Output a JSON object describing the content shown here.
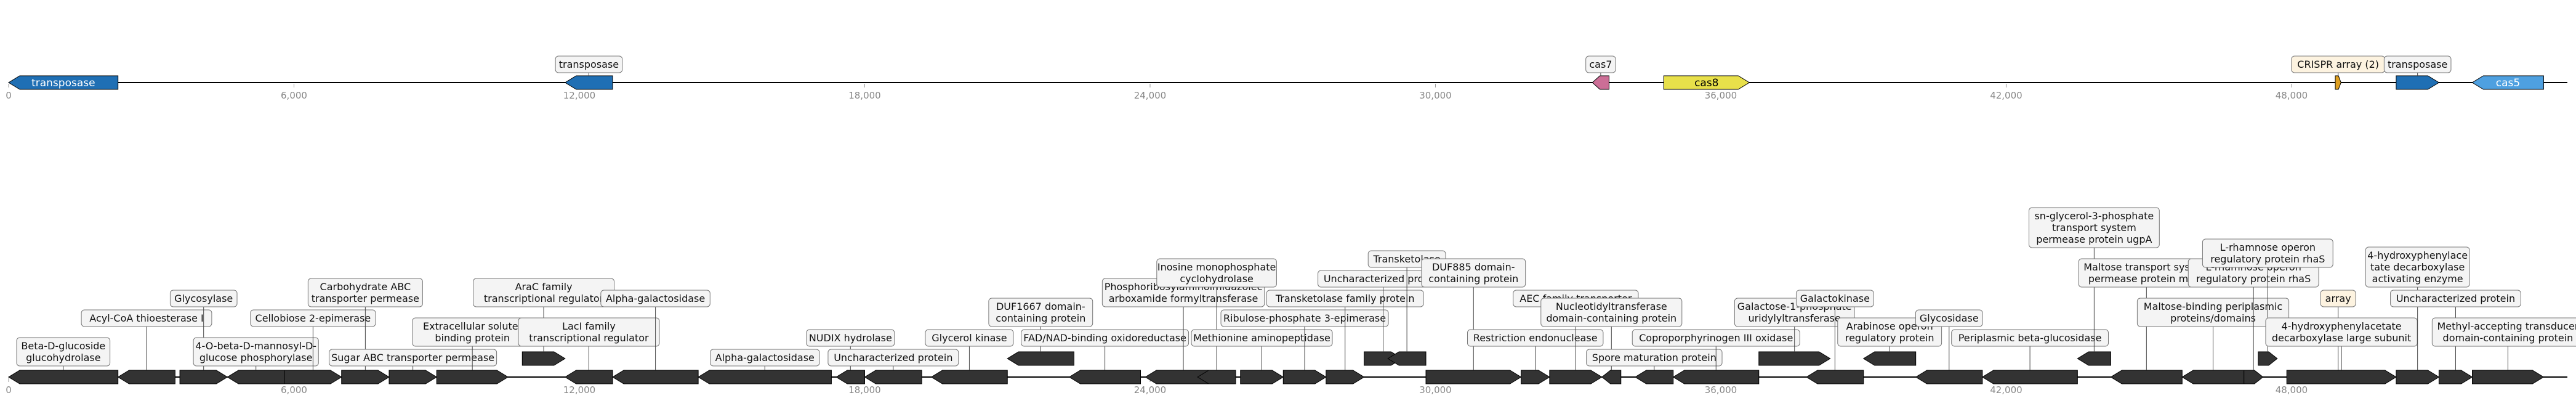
{
  "tracks": [
    {
      "name": "top",
      "ticks": [
        "0",
        "6,000",
        "12,000",
        "18,000",
        "24,000",
        "30,000",
        "36,000",
        "42,000",
        "48,000"
      ],
      "features": [
        {
          "label": "transposase",
          "start": 0,
          "end": 2300,
          "strand": -1,
          "color": "#1f6fb4",
          "inner_label": true
        },
        {
          "label": "transposase",
          "start": 11700,
          "end": 12700,
          "strand": -1,
          "color": "#1f6fb4",
          "inner_label": false
        },
        {
          "label": "cas7",
          "start": 33300,
          "end": 33650,
          "strand": -1,
          "color": "#cc6e96",
          "inner_label": false
        },
        {
          "label": "cas8",
          "start": 34800,
          "end": 36600,
          "strand": 1,
          "color": "#e8e04a",
          "inner_label": true
        },
        {
          "label": "CRISPR array (2)",
          "start": 48920,
          "end": 49040,
          "strand": 1,
          "color": "#e0a020",
          "inner_label": false,
          "label_style": "crispr"
        },
        {
          "label": "transposase",
          "start": 50200,
          "end": 51100,
          "strand": 1,
          "color": "#1f6fb4",
          "inner_label": false
        },
        {
          "label": "cas5",
          "start": 51800,
          "end": 53300,
          "strand": -1,
          "color": "#4ea0e0",
          "inner_label": true
        }
      ]
    },
    {
      "name": "bottom",
      "ticks": [
        "0",
        "6,000",
        "12,000",
        "18,000",
        "24,000",
        "30,000",
        "36,000",
        "42,000",
        "48,000"
      ],
      "features": [
        {
          "label": "Beta-D-glucoside\nglucohydrolase",
          "start": 0,
          "end": 2300,
          "strand": -1,
          "level": 0
        },
        {
          "label": "Acyl-CoA thioesterase I",
          "start": 2300,
          "end": 3500,
          "strand": -1,
          "level": 2
        },
        {
          "label": "Glycosylase",
          "start": 3600,
          "end": 4600,
          "strand": 1,
          "level": 3
        },
        {
          "label": "4-O-beta-D-mannosyl-D-\nglucose phosphorylase",
          "start": 4600,
          "end": 5800,
          "strand": -1,
          "level": 0
        },
        {
          "label": "Cellobiose 2-epimerase",
          "start": 5800,
          "end": 7000,
          "strand": 1,
          "level": 2
        },
        {
          "label": "Carbohydrate ABC\ntransporter permease",
          "start": 7000,
          "end": 8000,
          "strand": 1,
          "level": 3
        },
        {
          "label": "Sugar ABC transporter permease",
          "start": 8000,
          "end": 9000,
          "strand": 1,
          "level": 0
        },
        {
          "label": "Extracellular solute-\nbinding protein",
          "start": 9000,
          "end": 10500,
          "strand": 1,
          "level": 1
        },
        {
          "label": "AraC family\ntranscriptional regulator",
          "start": 10800,
          "end": 11700,
          "strand": 1,
          "level": 3,
          "upper": true
        },
        {
          "label": "LacI family\ntranscriptional regulator",
          "start": 11700,
          "end": 12700,
          "strand": -1,
          "level": 1
        },
        {
          "label": "Alpha-galactosidase",
          "start": 12700,
          "end": 14500,
          "strand": -1,
          "level": 3
        },
        {
          "label": "Alpha-galactosidase",
          "start": 14500,
          "end": 17300,
          "strand": -1,
          "level": 0
        },
        {
          "label": "NUDIX hydrolase",
          "start": 17400,
          "end": 18000,
          "strand": -1,
          "level": 1
        },
        {
          "label": "Uncharacterized protein",
          "start": 18000,
          "end": 19200,
          "strand": -1,
          "level": 0
        },
        {
          "label": "Glycerol kinase",
          "start": 19400,
          "end": 21000,
          "strand": -1,
          "level": 1
        },
        {
          "label": "DUF1667 domain-\ncontaining protein",
          "start": 21000,
          "end": 22400,
          "strand": -1,
          "level": 2,
          "upper": true
        },
        {
          "label": "FAD/NAD-binding oxidoreductase",
          "start": 22300,
          "end": 23800,
          "strand": -1,
          "level": 1
        },
        {
          "label": "Phosphoribosylaminoimidazolec\narboxamide formyltransferase",
          "start": 23900,
          "end": 25500,
          "strand": -1,
          "level": 3
        },
        {
          "label": "Inosine monophosphate\ncyclohydrolase",
          "start": 25000,
          "end": 25800,
          "strand": -1,
          "level": 4
        },
        {
          "label": "Methionine aminopeptidase",
          "start": 25900,
          "end": 26800,
          "strand": 1,
          "level": 1
        },
        {
          "label": "Ribulose-phosphate 3-epimerase",
          "start": 26800,
          "end": 27700,
          "strand": 1,
          "level": 2
        },
        {
          "label": "Transketolase family protein",
          "start": 27700,
          "end": 28500,
          "strand": 1,
          "level": 3
        },
        {
          "label": "Uncharacterized protein",
          "start": 28500,
          "end": 29300,
          "strand": 1,
          "level": 4,
          "upper": true
        },
        {
          "label": "Transketolase",
          "start": 29000,
          "end": 29800,
          "strand": -1,
          "level": 5,
          "upper": true
        },
        {
          "label": "DUF885 domain-\ncontaining protein",
          "start": 29800,
          "end": 31800,
          "strand": 1,
          "level": 4
        },
        {
          "label": "Restriction endonuclease",
          "start": 31800,
          "end": 32400,
          "strand": 1,
          "level": 1
        },
        {
          "label": "AEC family transporter",
          "start": 32400,
          "end": 33500,
          "strand": 1,
          "level": 3
        },
        {
          "label": "Nucleotidyltransferase\ndomain-containing protein",
          "start": 33500,
          "end": 33900,
          "strand": -1,
          "level": 2
        },
        {
          "label": "Spore maturation protein",
          "start": 34200,
          "end": 35000,
          "strand": -1,
          "level": 0
        },
        {
          "label": "Coproporphyrinogen III oxidase",
          "start": 35000,
          "end": 36800,
          "strand": -1,
          "level": 1
        },
        {
          "label": "Galactose-1-phosphate\nuridylyltransferase",
          "start": 36800,
          "end": 38300,
          "strand": 1,
          "level": 2,
          "upper": true
        },
        {
          "label": "Galactokinase",
          "start": 37800,
          "end": 39000,
          "strand": -1,
          "level": 3
        },
        {
          "label": "Arabinose operon\nregulatory protein",
          "start": 39000,
          "end": 40100,
          "strand": -1,
          "level": 1,
          "upper": true
        },
        {
          "label": "Glycosidase",
          "start": 40100,
          "end": 41500,
          "strand": -1,
          "level": 2
        },
        {
          "label": "Periplasmic beta-glucosidase",
          "start": 41500,
          "end": 43500,
          "strand": -1,
          "level": 1
        },
        {
          "label": "sn-glycerol-3-phosphate\ntransport system\npermease protein ugpA",
          "start": 43500,
          "end": 44200,
          "strand": -1,
          "level": 6,
          "upper": true
        },
        {
          "label": "Maltose transport system\npermease protein malG",
          "start": 44200,
          "end": 45700,
          "strand": -1,
          "level": 4
        },
        {
          "label": "Maltose-binding periplasmic\nproteins/domains",
          "start": 45700,
          "end": 47000,
          "strand": -1,
          "level": 2
        },
        {
          "label": "L-rhamnose operon\nregulatory protein rhaS",
          "start": 47000,
          "end": 47400,
          "strand": 1,
          "level": 4
        },
        {
          "label": "L-rhamnose operon\nregulatory protein rhaS",
          "start": 47300,
          "end": 47700,
          "strand": 1,
          "level": 5,
          "upper": true
        },
        {
          "label": "array",
          "start": 48920,
          "end": 49040,
          "strand": 1,
          "level": 3,
          "label_style": "crispr"
        },
        {
          "label": "4-hydroxyphenylacetate\ndecarboxylase large subunit",
          "start": 47900,
          "end": 50200,
          "strand": 1,
          "level": 1
        },
        {
          "label": "4-hydroxyphenylace\ntate decarboxylase\nactivating enzyme",
          "start": 50200,
          "end": 51100,
          "strand": 1,
          "level": 4
        },
        {
          "label": "Uncharacterized protein",
          "start": 51100,
          "end": 51800,
          "strand": 1,
          "level": 3
        },
        {
          "label": "Methyl-accepting transducer\ndomain-containing protein",
          "start": 51800,
          "end": 53300,
          "strand": 1,
          "level": 1
        }
      ]
    }
  ]
}
